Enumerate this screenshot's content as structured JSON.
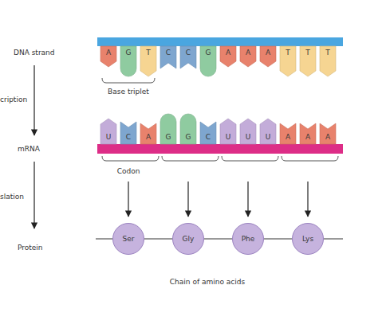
{
  "diagram": {
    "nodes": [
      {
        "text": [
          "A"
        ]
      },
      {
        "text": [
          "G"
        ]
      },
      {
        "text": [
          "T"
        ]
      },
      {
        "text": [
          "C"
        ]
      },
      {
        "text": [
          "C"
        ]
      },
      {
        "text": [
          "G"
        ]
      },
      {
        "text": [
          "A"
        ]
      },
      {
        "text": [
          "A"
        ]
      },
      {
        "text": [
          "A"
        ]
      },
      {
        "text": [
          "T"
        ]
      },
      {
        "text": [
          "T"
        ]
      },
      {
        "text": [
          "T"
        ]
      },
      {
        "text": [
          "U"
        ]
      },
      {
        "text": [
          "C"
        ]
      },
      {
        "text": [
          "A"
        ]
      },
      {
        "text": [
          "G"
        ]
      },
      {
        "text": [
          "G"
        ]
      },
      {
        "text": [
          "C"
        ]
      },
      {
        "text": [
          "U"
        ]
      },
      {
        "text": [
          "U"
        ]
      },
      {
        "text": [
          "U"
        ]
      },
      {
        "text": [
          "A"
        ]
      },
      {
        "text": [
          "A"
        ]
      },
      {
        "text": [
          "A"
        ]
      },
      {
        "text": [
          "Ser"
        ]
      },
      {
        "text": [
          "Gly"
        ]
      },
      {
        "text": [
          "Phe"
        ]
      },
      {
        "text": [
          "Lys"
        ]
      }
    ],
    "edges": [
      {
        "from": 24,
        "to": 25,
        "arrow": "none"
      },
      {
        "from": 25,
        "to": 26,
        "arrow": "none"
      },
      {
        "from": 26,
        "to": 27,
        "arrow": "none"
      }
    ],
    "labels": [
      "DNA strand",
      "cription",
      "mRNA",
      "slation",
      "Protein",
      "Base triplet",
      "Codon",
      "Chain of amino acids"
    ]
  }
}
